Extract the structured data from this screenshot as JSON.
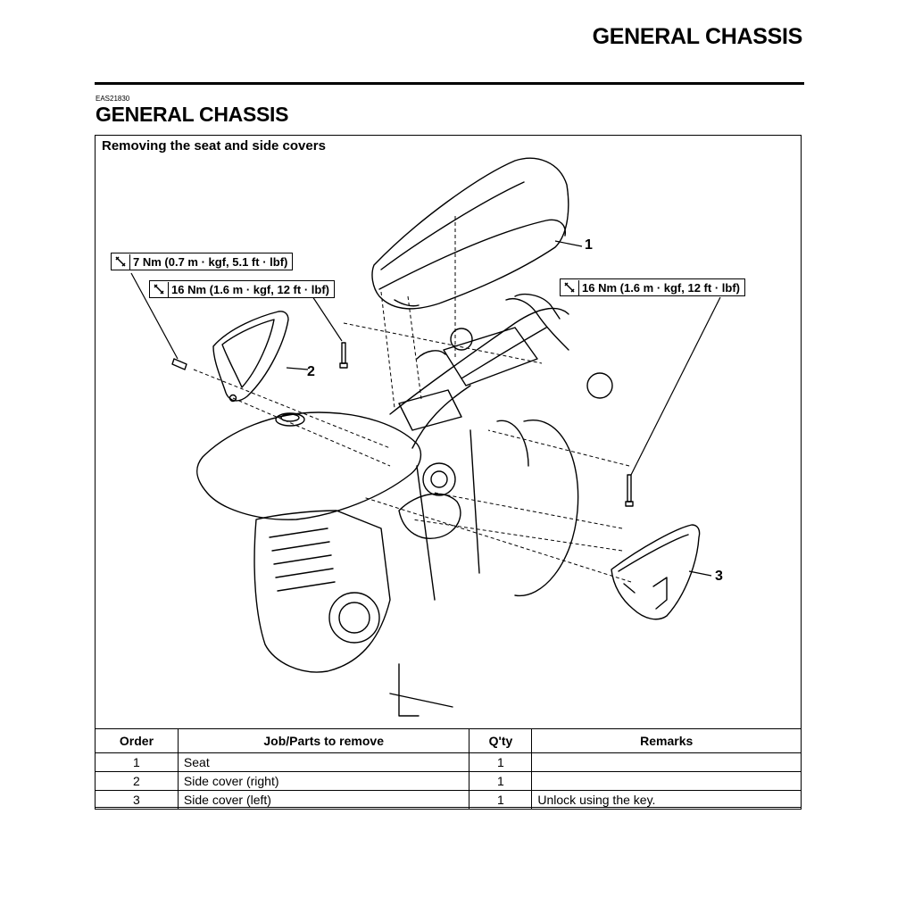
{
  "header": {
    "running_title": "GENERAL CHASSIS"
  },
  "section": {
    "code": "EAS21830",
    "title": "GENERAL CHASSIS"
  },
  "diagram": {
    "caption": "Removing the seat and side covers",
    "torque_labels": [
      {
        "icon": "wrench-icon",
        "text": "7 Nm (0.7 m · kgf, 5.1 ft · lbf)"
      },
      {
        "icon": "wrench-icon",
        "text": "16 Nm (1.6 m · kgf, 12 ft · lbf)"
      },
      {
        "icon": "wrench-icon",
        "text": "16 Nm (1.6 m · kgf, 12 ft · lbf)"
      }
    ],
    "callouts": [
      "1",
      "2",
      "3"
    ]
  },
  "table": {
    "headers": [
      "Order",
      "Job/Parts to remove",
      "Q'ty",
      "Remarks"
    ],
    "rows": [
      [
        "1",
        "Seat",
        "1",
        ""
      ],
      [
        "2",
        "Side cover (right)",
        "1",
        ""
      ],
      [
        "3",
        "Side cover (left)",
        "1",
        "Unlock using the key."
      ]
    ]
  }
}
